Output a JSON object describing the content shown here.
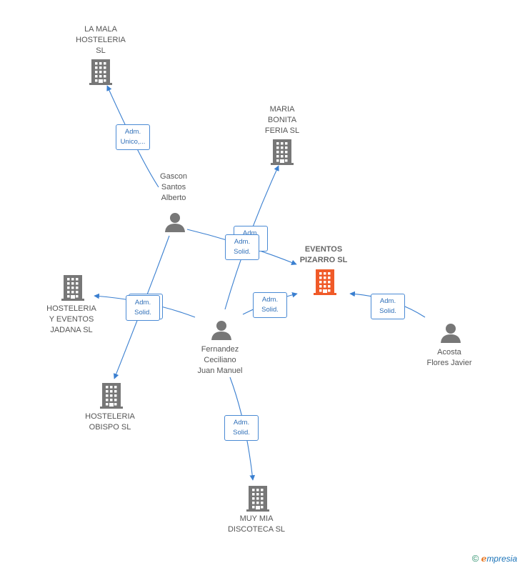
{
  "companies": [
    {
      "id": "la-mala",
      "label": "LA MALA\nHOSTELERIA\nSL",
      "focus": false
    },
    {
      "id": "maria-bonita",
      "label": "MARIA\nBONITA\nFERIA  SL",
      "focus": false
    },
    {
      "id": "eventos-pizarro",
      "label": "EVENTOS\nPIZARRO  SL",
      "focus": true
    },
    {
      "id": "hosteleria-jadana",
      "label": "HOSTELERIA\nY EVENTOS\nJADANA  SL",
      "focus": false
    },
    {
      "id": "hosteleria-obispo",
      "label": "HOSTELERIA\nOBISPO  SL",
      "focus": false
    },
    {
      "id": "muy-mia",
      "label": "MUY MIA\nDISCOTECA  SL",
      "focus": false
    }
  ],
  "persons": [
    {
      "id": "gascon",
      "label": "Gascon\nSantos\nAlberto"
    },
    {
      "id": "fernandez",
      "label": "Fernandez\nCeciliano\nJuan Manuel"
    },
    {
      "id": "acosta",
      "label": "Acosta\nFlores Javier"
    }
  ],
  "relations": [
    {
      "from": "gascon",
      "to": "la-mala",
      "label": "Adm.\nUnico,..."
    },
    {
      "from": "fernandez",
      "to": "maria-bonita",
      "label": "Adm.\nSolid."
    },
    {
      "from": "gascon",
      "to": "eventos-pizarro",
      "label": "Adm.\nSolid."
    },
    {
      "from": "fernandez",
      "to": "eventos-pizarro",
      "label": "Adm.\nSolid."
    },
    {
      "from": "acosta",
      "to": "eventos-pizarro",
      "label": "Adm.\nSolid."
    },
    {
      "from": "fernandez",
      "to": "hosteleria-jadana",
      "label": "Adm.\nSolid."
    },
    {
      "from": "gascon",
      "to": "hosteleria-obispo",
      "label": "Adm.\nSolid."
    },
    {
      "from": "fernandez",
      "to": "muy-mia",
      "label": "Adm.\nSolid."
    }
  ],
  "colors": {
    "edge": "#3a7fd0",
    "building": "#777777",
    "focus_building": "#f05a28",
    "person": "#777777"
  },
  "icons": {
    "company": "building-icon",
    "person": "person-icon"
  },
  "brand": {
    "copyright": "©",
    "first": "e",
    "rest": "mpresia"
  }
}
